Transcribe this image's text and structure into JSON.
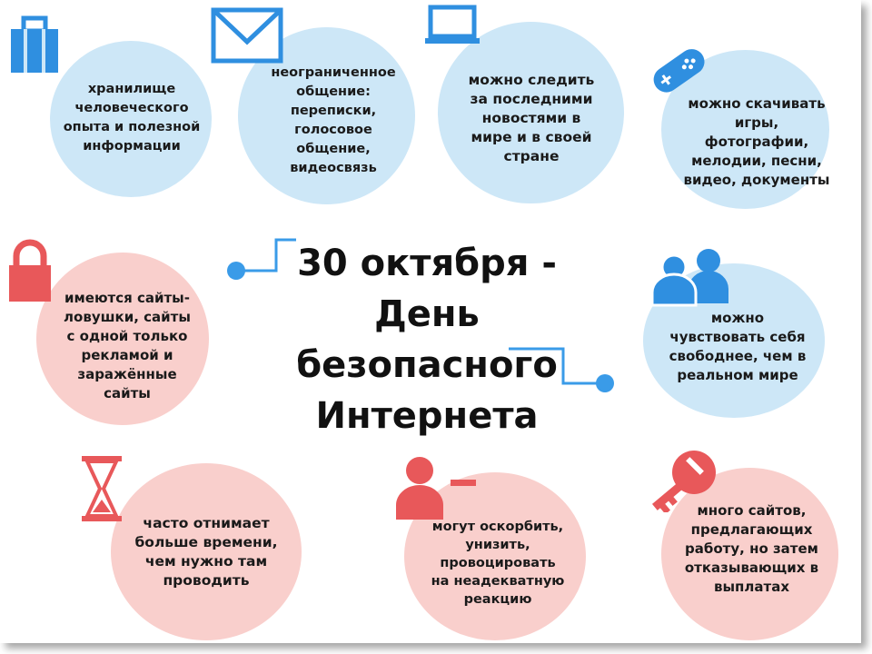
{
  "title": "30 октября -\nДень\nбезопасного\nИнтернета",
  "items": [
    {
      "text": "хранилище\nчеловеческого\nопыта и полезной\nинформации",
      "icon": "briefcase-icon"
    },
    {
      "text": "неограниченное\nобщение:\nпереписки,\nголосовое\nобщение,\nвидеосвязь",
      "icon": "envelope-icon"
    },
    {
      "text": "можно следить\nза последними\nновостями в\nмире и в своей\nстране",
      "icon": "laptop-icon"
    },
    {
      "text": "можно скачивать\nигры,\nфотографии,\nмелодии, песни,\nвидео, документы",
      "icon": "gamepad-icon"
    },
    {
      "text": "имеются сайты-\nловушки, сайты\nс одной только\nрекламой и\nзаражённые\nсайты",
      "icon": "padlock-icon"
    },
    {
      "text": "можно\nчувствовать себя\nсвободнее, чем в\nреальном мире",
      "icon": "people-icon"
    },
    {
      "text": "часто отнимает\nбольше времени,\nчем нужно там\nпроводить",
      "icon": "hourglass-icon"
    },
    {
      "text": "могут оскорбить,\nунизить,\nпровоцировать\nна неадекватную\nреакцию",
      "icon": "user-minus-icon"
    },
    {
      "text": "много сайтов,\nпредлагающих\nработу, но затем\nотказывающих в\nвыплатах",
      "icon": "key-icon"
    }
  ],
  "colors": {
    "blue": "#2f8fe0",
    "blue_light": "#cde7f7",
    "red": "#e8585a",
    "pink_light": "#f9cfcc",
    "connector": "#3a9be8"
  }
}
